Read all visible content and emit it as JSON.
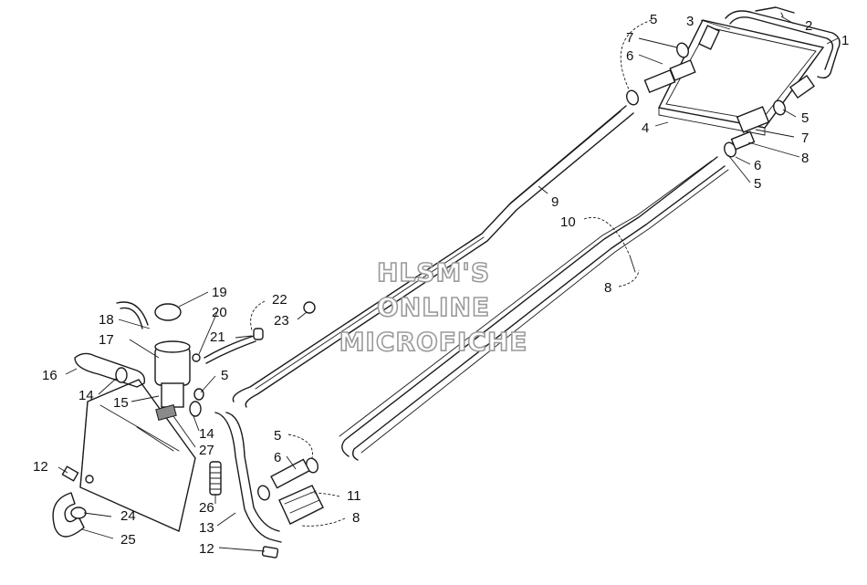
{
  "watermark": {
    "line1": "HLSM'S",
    "line2": "ONLINE",
    "line3": "MICROFICHE"
  },
  "callouts": {
    "c1": "1",
    "c2": "2",
    "c3": "3",
    "c4": "4",
    "c5a": "5",
    "c5b": "5",
    "c5c": "5",
    "c5d": "5",
    "c5e": "5",
    "c6a": "6",
    "c6b": "6",
    "c6c": "6",
    "c7a": "7",
    "c7b": "7",
    "c8a": "8",
    "c8b": "8",
    "c8c": "8",
    "c9": "9",
    "c10": "10",
    "c11": "11",
    "c12a": "12",
    "c12b": "12",
    "c13": "13",
    "c14a": "14",
    "c14b": "14",
    "c15": "15",
    "c16": "16",
    "c17": "17",
    "c18": "18",
    "c19": "19",
    "c20": "20",
    "c21": "21",
    "c22": "22",
    "c23": "23",
    "c24": "24",
    "c25": "25",
    "c26": "26",
    "c27": "27"
  },
  "colors": {
    "line": "#1a1a1a",
    "background": "#ffffff",
    "watermark_outline": "#9a9a9a"
  }
}
